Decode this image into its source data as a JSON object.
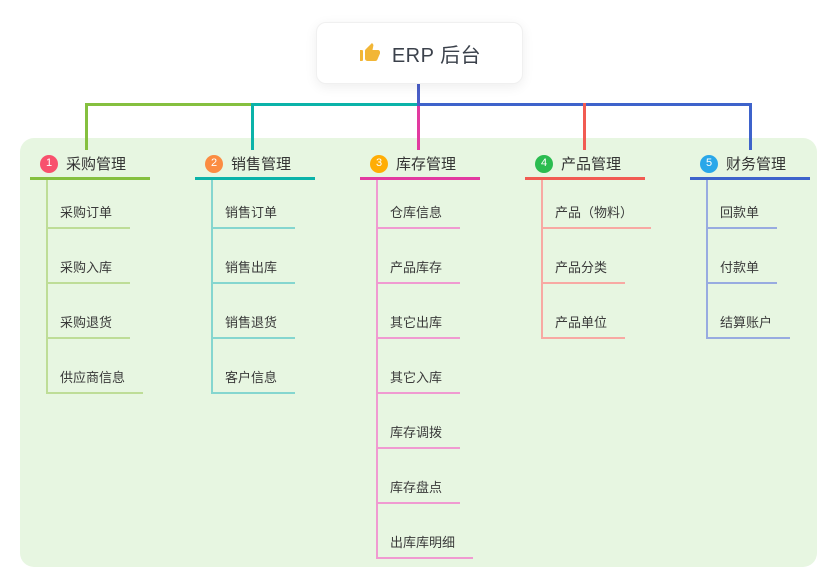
{
  "root": {
    "title": "ERP 后台",
    "icon": "thumbs-up-icon",
    "icon_color": "#f2b636"
  },
  "colors": {
    "panel_bg": "#e7f6e1",
    "root_drop_line": "#4a5ec8",
    "root_text": "#3b414b"
  },
  "branches": [
    {
      "num": "1",
      "label": "采购管理",
      "badge_color": "#f8516d",
      "line_color": "#85c03f",
      "light_color": "#bedd97",
      "children": [
        "采购订单",
        "采购入库",
        "采购退货",
        "供应商信息"
      ]
    },
    {
      "num": "2",
      "label": "销售管理",
      "badge_color": "#fb8c42",
      "line_color": "#0bb3a9",
      "light_color": "#85d6cf",
      "children": [
        "销售订单",
        "销售出库",
        "销售退货",
        "客户信息"
      ]
    },
    {
      "num": "3",
      "label": "库存管理",
      "badge_color": "#ffad05",
      "line_color": "#e23aa0",
      "light_color": "#f09ad1",
      "children": [
        "仓库信息",
        "产品库存",
        "其它出库",
        "其它入库",
        "库存调拨",
        "库存盘点",
        "出库库明细"
      ]
    },
    {
      "num": "4",
      "label": "产品管理",
      "badge_color": "#2bbc50",
      "line_color": "#f15b52",
      "light_color": "#f8a9a3",
      "children": [
        "产品（物料）",
        "产品分类",
        "产品单位"
      ]
    },
    {
      "num": "5",
      "label": "财务管理",
      "badge_color": "#29a7e9",
      "line_color": "#3e63cb",
      "light_color": "#98abe0",
      "children": [
        "回款单",
        "付款单",
        "结算账户"
      ]
    }
  ]
}
